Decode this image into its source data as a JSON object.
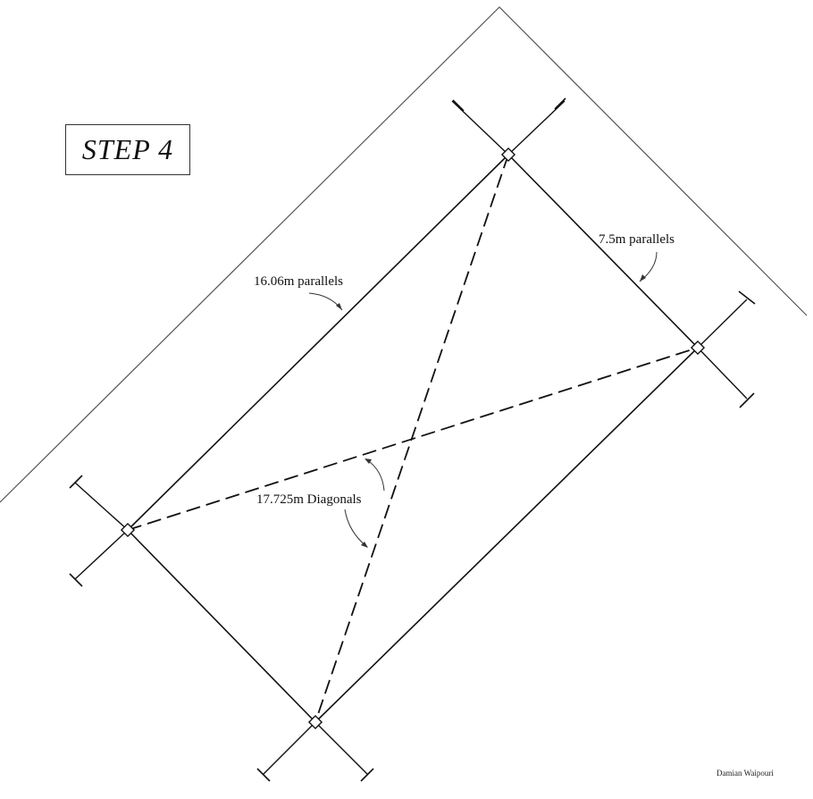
{
  "title": "STEP 4",
  "labels": {
    "long_side": "16.06m parallels",
    "short_side": "7.5m parallels",
    "diagonals": "17.725m Diagonals"
  },
  "credit": "Damian Waipouri",
  "colors": {
    "line": "#111111",
    "boundary": "#555555",
    "background": "#ffffff"
  }
}
